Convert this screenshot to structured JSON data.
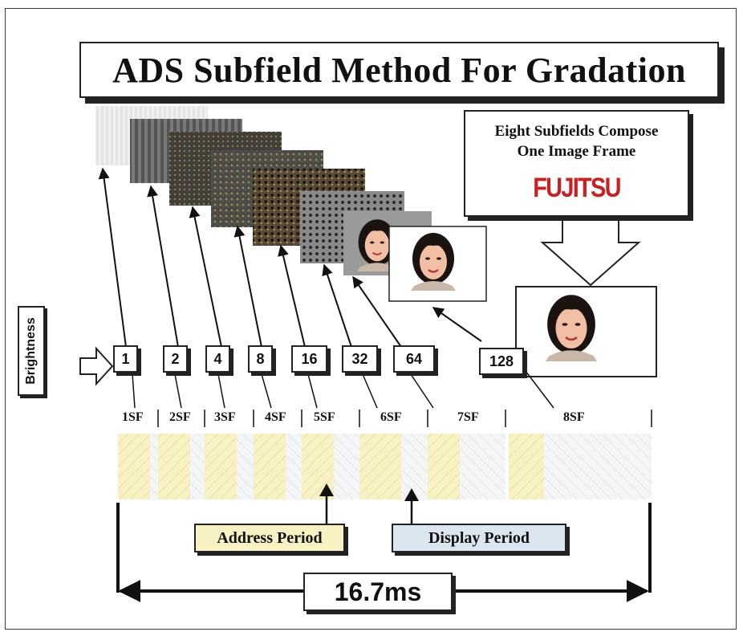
{
  "title": "ADS Subfield Method For Gradation",
  "info_box": {
    "line1": "Eight Subfields Compose",
    "line2": "One Image Frame",
    "logo": "FUJITSU"
  },
  "brightness_label": "Brightness",
  "weights": [
    "1",
    "2",
    "4",
    "8",
    "16",
    "32",
    "64",
    "128"
  ],
  "subfields": [
    "1SF",
    "2SF",
    "3SF",
    "4SF",
    "5SF",
    "6SF",
    "7SF",
    "8SF"
  ],
  "address_period": "Address Period",
  "display_period": "Display Period",
  "duration": "16.7ms",
  "colors": {
    "address": "#f7f1c4",
    "display": "#dce6f0",
    "logo": "#cc1f1f"
  }
}
